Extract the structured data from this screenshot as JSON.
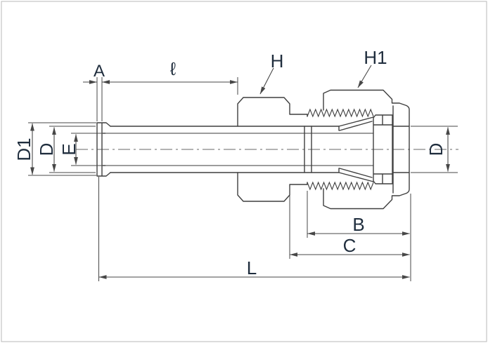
{
  "drawing": {
    "kind": "tube-fitting-section-drawing"
  },
  "labels": {
    "a": "A",
    "ell": "ℓ",
    "h": "H",
    "h1": "H1",
    "d1": "D1",
    "d_left": "D",
    "e": "E",
    "d_right": "D",
    "b": "B",
    "c": "C",
    "l": "L"
  },
  "colors": {
    "background": "#ffffff",
    "border": "#b8b8b8",
    "line": "#3f3f3f",
    "dim": "#474747",
    "label": "#1f2d3d",
    "centerline": "#9a9a9a",
    "bore": "#8f8f8f"
  }
}
